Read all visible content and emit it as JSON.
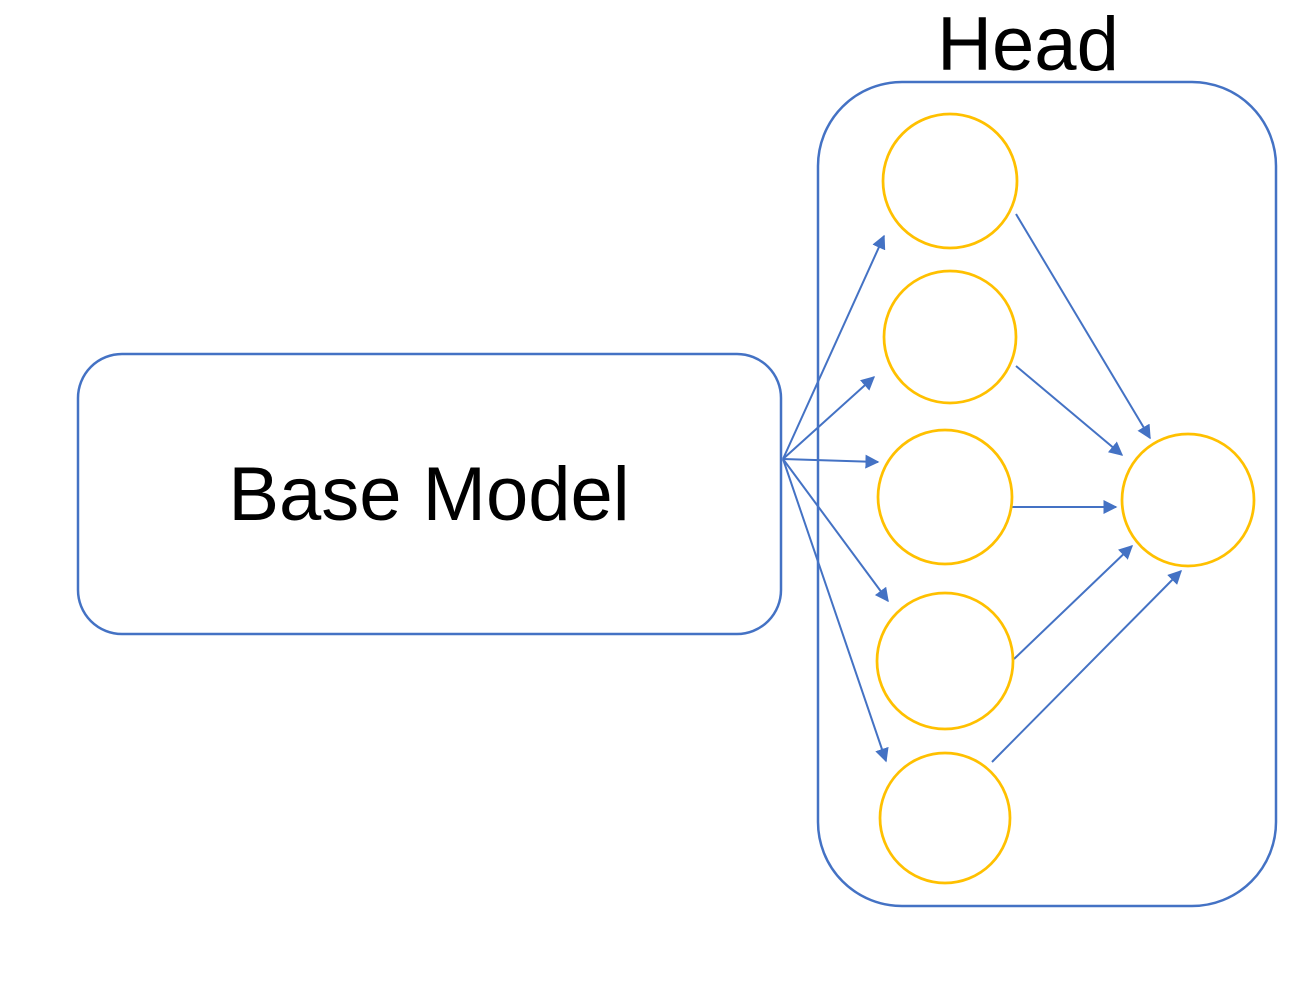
{
  "diagram": {
    "type": "neural-network-head-diagram",
    "base_model": {
      "label": "Base Model"
    },
    "head": {
      "title": "Head",
      "hidden_node_count": 5,
      "output_node_count": 1
    },
    "nodes": [
      {
        "id": "base",
        "label": "Base Model",
        "shape": "rounded-rect"
      },
      {
        "id": "h1",
        "label": "",
        "shape": "circle"
      },
      {
        "id": "h2",
        "label": "",
        "shape": "circle"
      },
      {
        "id": "h3",
        "label": "",
        "shape": "circle"
      },
      {
        "id": "h4",
        "label": "",
        "shape": "circle"
      },
      {
        "id": "h5",
        "label": "",
        "shape": "circle"
      },
      {
        "id": "output",
        "label": "",
        "shape": "circle"
      }
    ],
    "edges": [
      {
        "from": "base",
        "to": "h1"
      },
      {
        "from": "base",
        "to": "h2"
      },
      {
        "from": "base",
        "to": "h3"
      },
      {
        "from": "base",
        "to": "h4"
      },
      {
        "from": "base",
        "to": "h5"
      },
      {
        "from": "h1",
        "to": "output"
      },
      {
        "from": "h2",
        "to": "output"
      },
      {
        "from": "h3",
        "to": "output"
      },
      {
        "from": "h4",
        "to": "output"
      },
      {
        "from": "h5",
        "to": "output"
      }
    ],
    "colors": {
      "container_stroke": "#4472C4",
      "connector": "#4472C4",
      "node_stroke": "#FFC000",
      "node_fill": "#FFFFFF",
      "text": "#000000",
      "background": "#FFFFFF"
    }
  }
}
